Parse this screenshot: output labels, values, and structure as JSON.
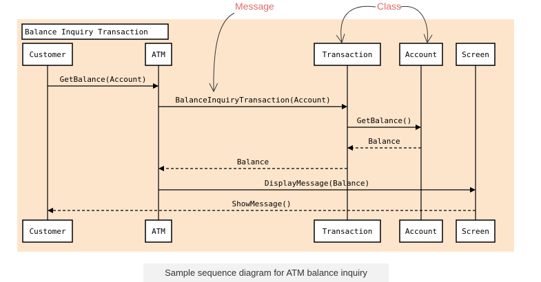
{
  "diagram": {
    "frame_title": "Balance Inquiry Transaction",
    "participants": [
      {
        "id": "customer",
        "label": "Customer"
      },
      {
        "id": "atm",
        "label": "ATM"
      },
      {
        "id": "transaction",
        "label": "Transaction"
      },
      {
        "id": "account",
        "label": "Account"
      },
      {
        "id": "screen",
        "label": "Screen"
      }
    ],
    "messages": [
      {
        "from": "customer",
        "to": "atm",
        "label": "GetBalance(Account)",
        "style": "solid"
      },
      {
        "from": "atm",
        "to": "transaction",
        "label": "BalanceInquiryTransaction(Account)",
        "style": "solid"
      },
      {
        "from": "transaction",
        "to": "account",
        "label": "GetBalance()",
        "style": "solid"
      },
      {
        "from": "account",
        "to": "transaction",
        "label": "Balance",
        "style": "dashed"
      },
      {
        "from": "transaction",
        "to": "atm",
        "label": "Balance",
        "style": "dashed"
      },
      {
        "from": "atm",
        "to": "screen",
        "label": "DisplayMessage(Balance)",
        "style": "solid"
      },
      {
        "from": "screen",
        "to": "customer",
        "label": "ShowMessage()",
        "style": "dashed"
      }
    ],
    "annotations": {
      "message_label": "Message",
      "class_label": "Class"
    }
  },
  "caption": "Sample sequence diagram for ATM balance inquiry",
  "colors": {
    "frame_background": "#fde5cc",
    "annotation": "#e06c6c",
    "box_fill": "#ffffff",
    "line": "#000000"
  }
}
